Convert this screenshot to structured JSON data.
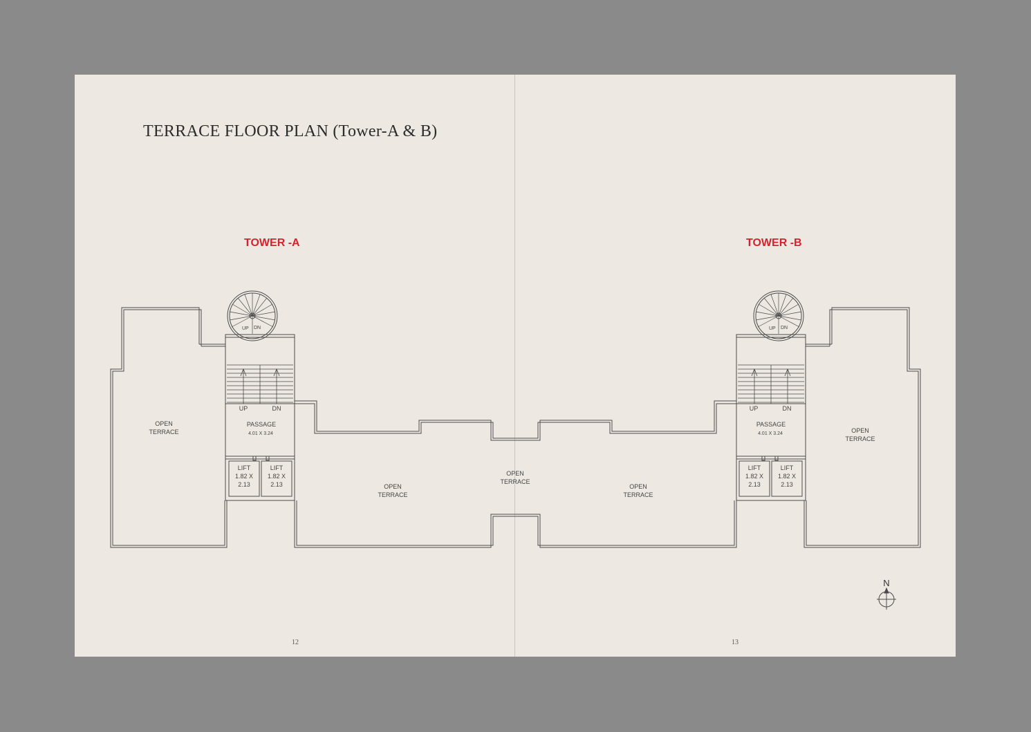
{
  "title": "TERRACE FLOOR PLAN (Tower-A & B)",
  "towers": {
    "a": {
      "label": "TOWER -A",
      "open_terrace_side": [
        "OPEN",
        "TERRACE"
      ],
      "passage": "PASSAGE",
      "passage_size": "4.01 X 3.24",
      "stair_up": "UP",
      "stair_dn": "DN",
      "spiral_up": "UP",
      "spiral_dn": "DN",
      "lifts": [
        {
          "name": "LIFT",
          "w": "1.82 X",
          "h": "2.13"
        },
        {
          "name": "LIFT",
          "w": "1.82 X",
          "h": "2.13"
        }
      ],
      "open_terrace_corridor": [
        "OPEN",
        "TERRACE"
      ]
    },
    "b": {
      "label": "TOWER -B",
      "open_terrace_side": [
        "OPEN",
        "TERRACE"
      ],
      "passage": "PASSAGE",
      "passage_size": "4.01 X 3.24",
      "stair_up": "UP",
      "stair_dn": "DN",
      "spiral_up": "UP",
      "spiral_dn": "DN",
      "lifts": [
        {
          "name": "LIFT",
          "w": "1.82 X",
          "h": "2.13"
        },
        {
          "name": "LIFT",
          "w": "1.82 X",
          "h": "2.13"
        }
      ],
      "open_terrace_corridor": [
        "OPEN",
        "TERRACE"
      ]
    },
    "center": {
      "open_terrace": [
        "OPEN",
        "TERRACE"
      ]
    }
  },
  "compass": {
    "north": "N"
  },
  "pages": {
    "left": "12",
    "right": "13"
  },
  "colors": {
    "accent": "#d5232d",
    "line": "#4a4a4a",
    "paper": "#ede8e2",
    "background": "#8a8a8a"
  }
}
